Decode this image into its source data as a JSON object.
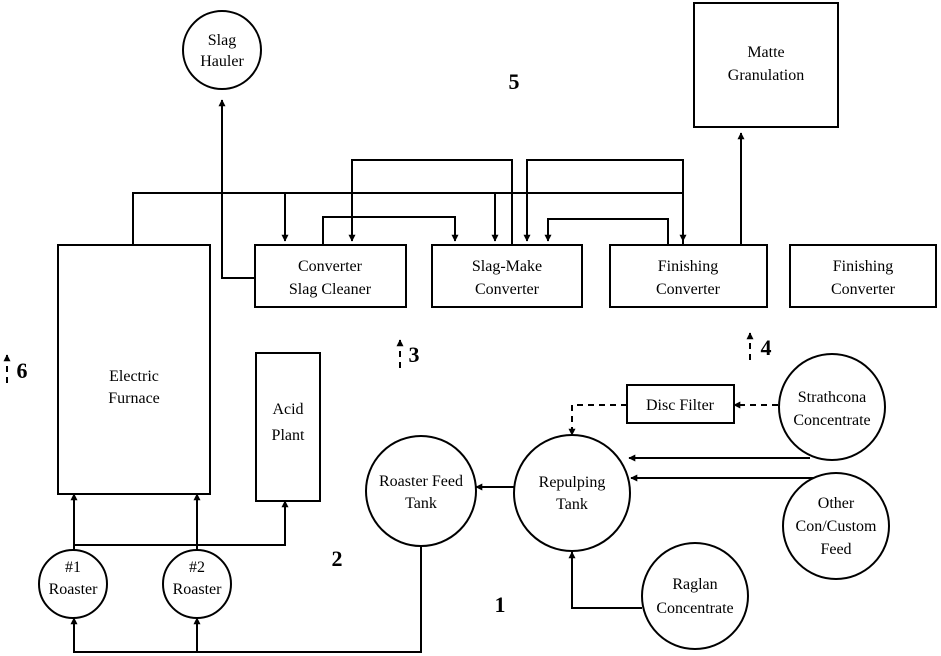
{
  "units": {
    "slag_hauler": [
      "Slag",
      "Hauler"
    ],
    "matte_granulation": [
      "Matte",
      "Granulation"
    ],
    "electric_furnace": [
      "Electric",
      "Furnace"
    ],
    "converter_slag_cleaner": [
      "Converter",
      "Slag Cleaner"
    ],
    "slag_make_converter": [
      "Slag-Make",
      "Converter"
    ],
    "finishing_converter_1": [
      "Finishing",
      "Converter"
    ],
    "finishing_converter_2": [
      "Finishing",
      "Converter"
    ],
    "acid_plant": [
      "Acid",
      "Plant"
    ],
    "roaster_1": [
      "#1",
      "Roaster"
    ],
    "roaster_2": [
      "#2",
      "Roaster"
    ],
    "roaster_feed_tank": [
      "Roaster Feed",
      "Tank"
    ],
    "repulping_tank": [
      "Repulping",
      "Tank"
    ],
    "disc_filter": [
      "Disc Filter"
    ],
    "strathcona_concentrate": [
      "Strathcona",
      "Concentrate"
    ],
    "other_con_custom_feed": [
      "Other",
      "Con/Custom",
      "Feed"
    ],
    "raglan_concentrate": [
      "Raglan",
      "Concentrate"
    ]
  },
  "stream_labels": {
    "s1": "1",
    "s2": "2",
    "s3": "3",
    "s4": "4",
    "s5": "5",
    "s6": "6"
  }
}
